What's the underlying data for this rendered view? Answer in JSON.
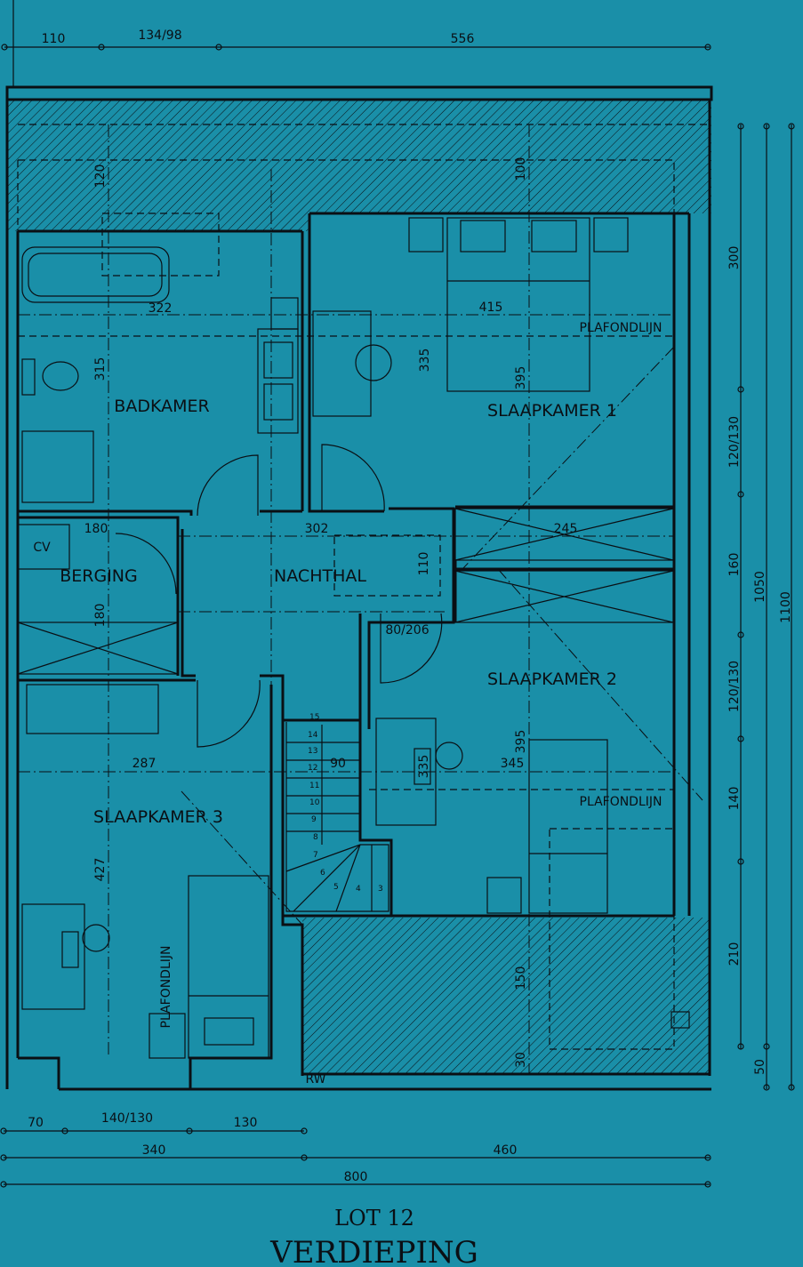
{
  "colors": {
    "background": "#1a8fa8",
    "ink": "#0a0f14"
  },
  "title": {
    "lot": "LOT 12",
    "floor": "VERDIEPING"
  },
  "rooms": {
    "badkamer": "BADKAMER",
    "slaapkamer1": "SLAAPKAMER 1",
    "berging": "BERGING",
    "nachthal": "NACHTHAL",
    "slaapkamer2": "SLAAPKAMER 2",
    "slaapkamer3": "SLAAPKAMER 3"
  },
  "labels": {
    "plafondlijn": "PLAFONDLIJN",
    "cv": "CV",
    "rw": "RW"
  },
  "dims": {
    "top": [
      "110",
      "134/98",
      "556"
    ],
    "bottom_row1": [
      "70",
      "140/130",
      "130"
    ],
    "bottom_row2": [
      "340",
      "460"
    ],
    "bottom_total": "800",
    "right": [
      "300",
      "120/130",
      "160",
      "120/130",
      "140",
      "210",
      "50"
    ],
    "right_total_1": "1050",
    "right_total_2": "1100",
    "interior": {
      "roof_left": "120",
      "roof_right": "100",
      "bath_width": "322",
      "bed1_width": "415",
      "bath_depth": "315",
      "bed1_depth_a": "335",
      "bed1_depth_b": "395",
      "berging_width": "180",
      "hall_width": "302",
      "closet_width": "245",
      "hall_depth": "110",
      "berging_depth": "180",
      "door": "80/206",
      "bed3_width": "287",
      "stair_width": "90",
      "bed2_depth_b": "395",
      "bed2_width": "345",
      "bed2_depth_a": "335",
      "bed3_depth": "427",
      "terrace_depth": "150",
      "terrace_edge": "30"
    }
  },
  "stairs": [
    "3",
    "4",
    "5",
    "6",
    "7",
    "8",
    "9",
    "10",
    "11",
    "12",
    "13",
    "14",
    "15"
  ]
}
